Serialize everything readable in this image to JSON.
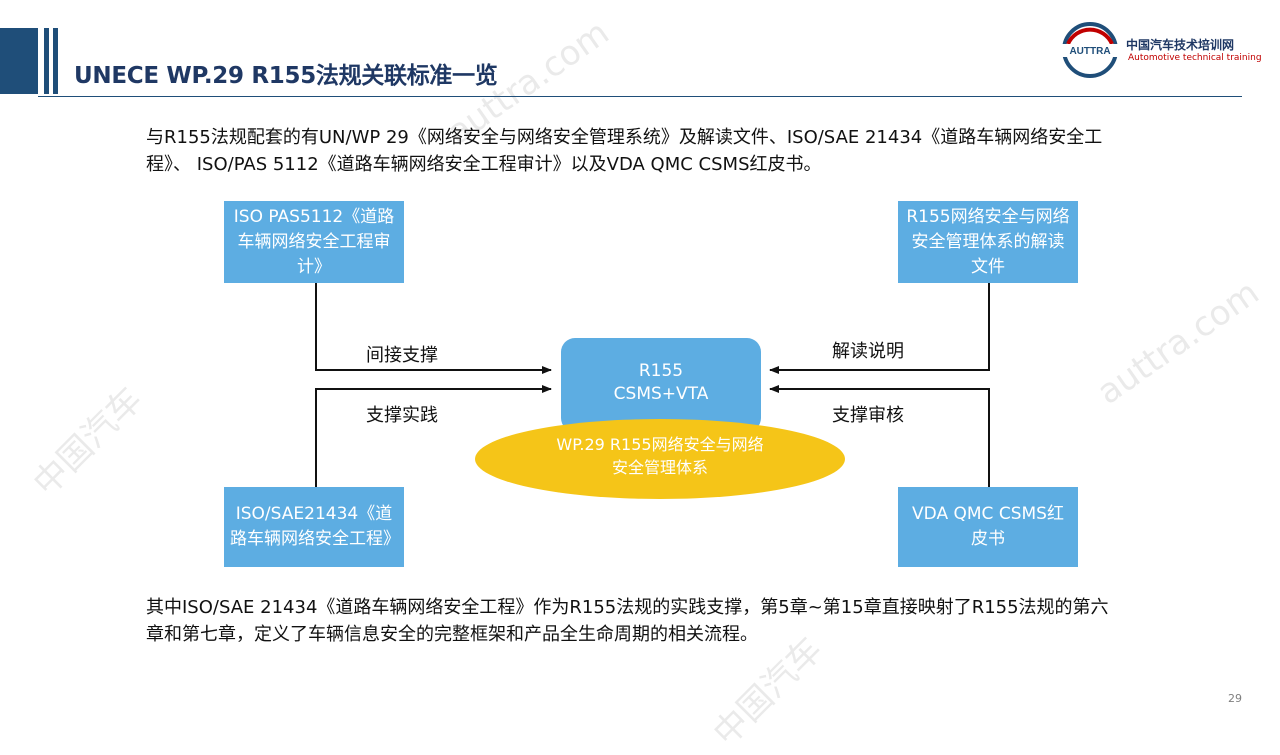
{
  "header": {
    "title": "UNECE WP.29 R155法规关联标准一览",
    "logo_mark": "AUTTRA",
    "logo_cn": "中国汽车技术培训网",
    "logo_en": "Automotive technical training"
  },
  "intro_text": "与R155法规配套的有UN/WP 29《网络安全与网络安全管理系统》及解读文件、ISO/SAE 21434《道路车辆网络安全工程》、 ISO/PAS 5112《道路车辆网络安全工程审计》以及VDA QMC CSMS红皮书。",
  "diagram": {
    "top_left_box": "ISO PAS5112《道路车辆网络安全工程审计》",
    "top_right_box": "R155网络安全与网络安全管理体系的解读文件",
    "bottom_left_box": "ISO/SAE21434《道路车辆网络安全工程》",
    "bottom_right_box": "VDA QMC CSMS红皮书",
    "center_line1": "R155",
    "center_line2": "CSMS+VTA",
    "ellipse_line1": "WP.29 R155网络安全与网络",
    "ellipse_line2": "安全管理体系",
    "label_top_left": "间接支撑",
    "label_bottom_left": "支撑实践",
    "label_top_right": "解读说明",
    "label_bottom_right": "支撑审核"
  },
  "outro_text": "其中ISO/SAE 21434《道路车辆网络安全工程》作为R155法规的实践支撑，第5章~第15章直接映射了R155法规的第六章和第七章，定义了车辆信息安全的完整框架和产品全生命周期的相关流程。",
  "page_number": "29",
  "watermarks": {
    "cn": "中国汽车",
    "url": "auttra.com"
  },
  "colors": {
    "accent": "#1f4e79",
    "box_blue": "#5dade2",
    "ellipse_yellow": "#f5c518",
    "logo_red": "#c00000"
  }
}
